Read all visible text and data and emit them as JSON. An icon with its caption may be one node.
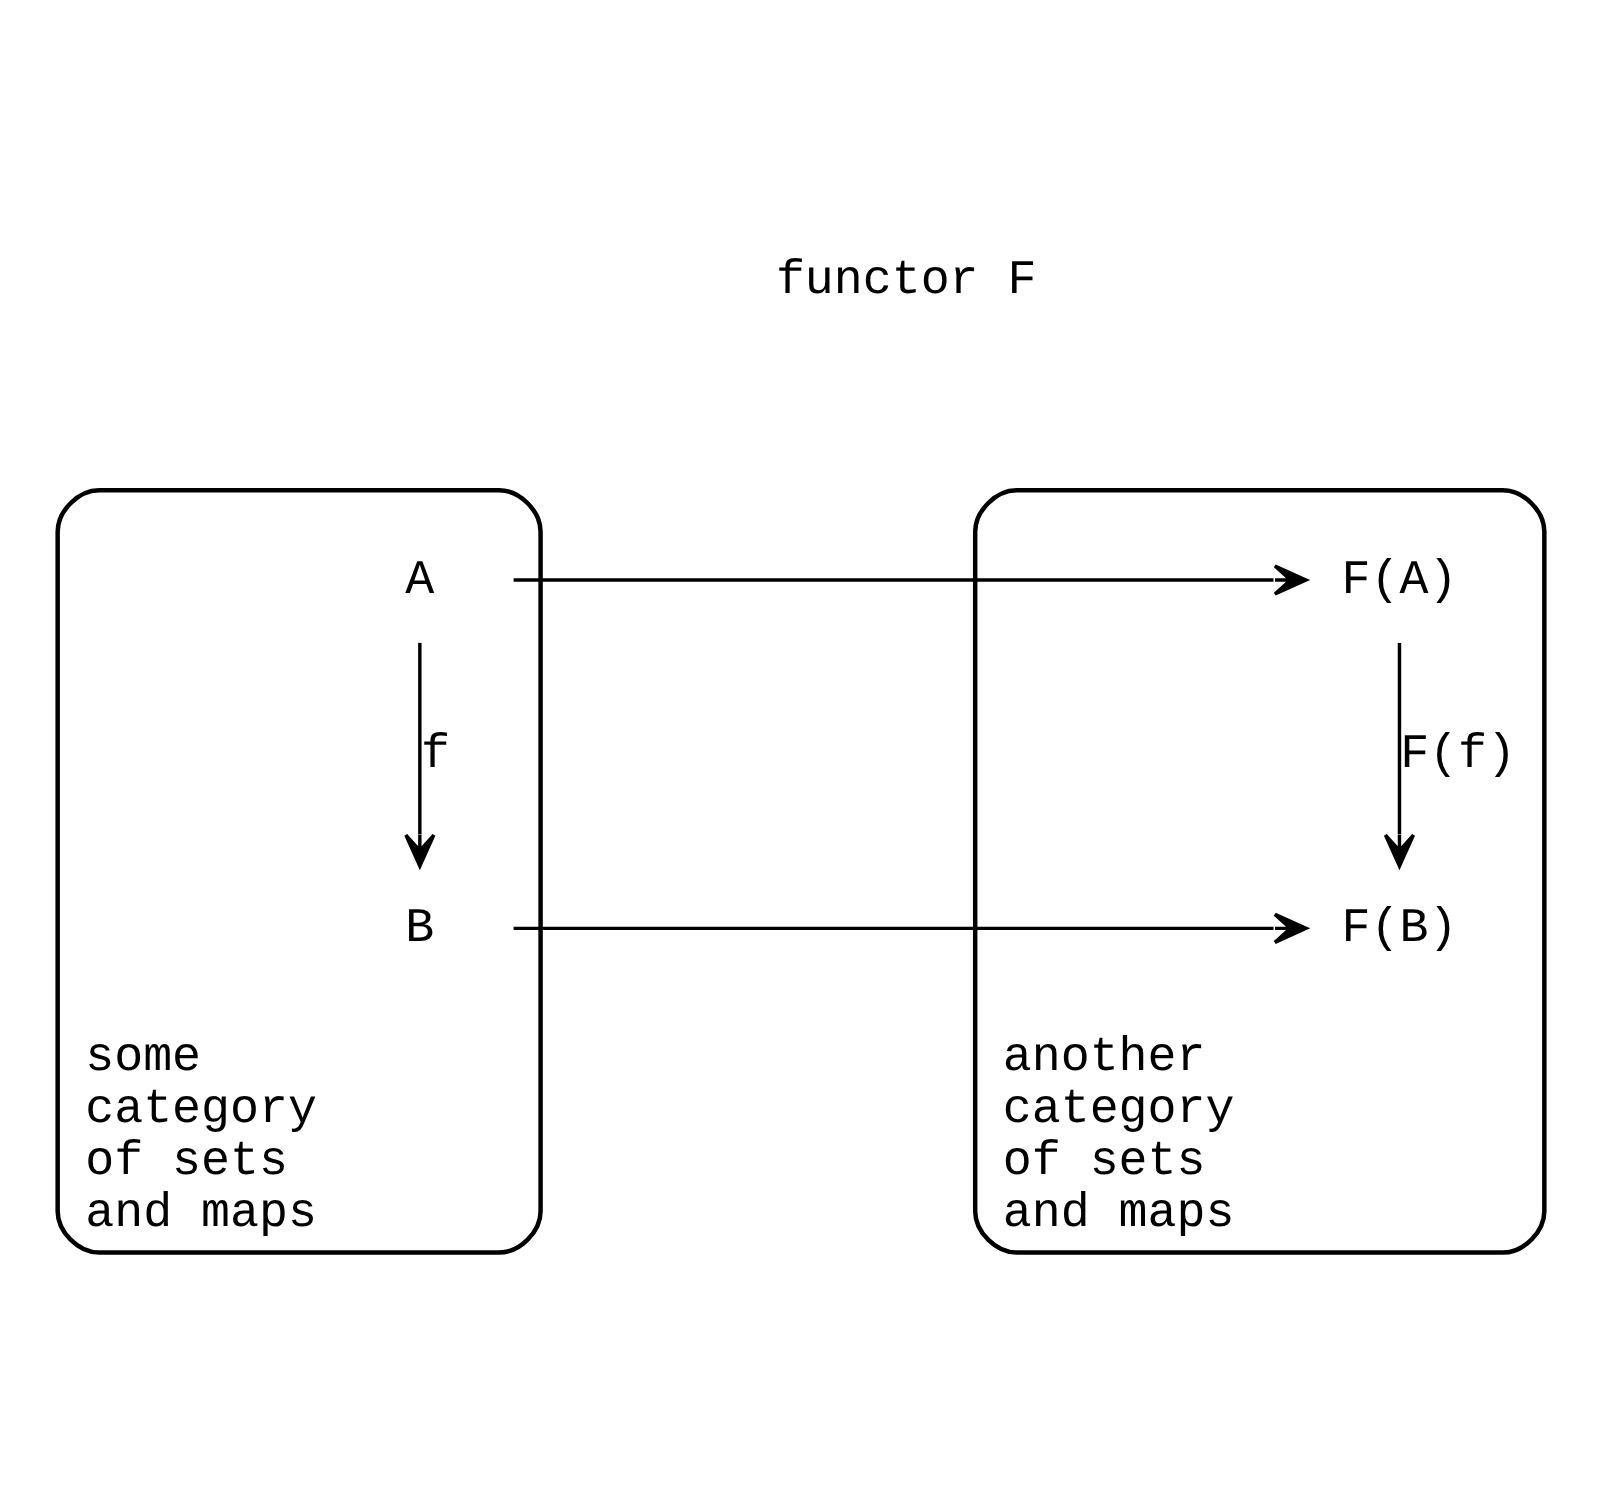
{
  "diagram": {
    "nodes": [
      {
        "text": [
          "some category of sets and maps"
        ]
      },
      {
        "text": [
          "A"
        ],
        "in": 0
      },
      {
        "text": [
          "B"
        ],
        "in": 0
      },
      {
        "text": [
          "another category of sets and maps"
        ]
      },
      {
        "text": [
          "F(A)"
        ],
        "in": 3
      },
      {
        "text": [
          "F(B)"
        ],
        "in": 3
      }
    ],
    "edges": [
      {
        "from": 1,
        "to": 4,
        "arrow": "to"
      },
      {
        "from": 1,
        "to": 2,
        "arrow": "to",
        "label": "f"
      },
      {
        "from": 4,
        "to": 5,
        "arrow": "to",
        "label": "F(f)"
      },
      {
        "from": 2,
        "to": 5,
        "arrow": "to"
      }
    ],
    "labels": [
      "functor F"
    ]
  }
}
